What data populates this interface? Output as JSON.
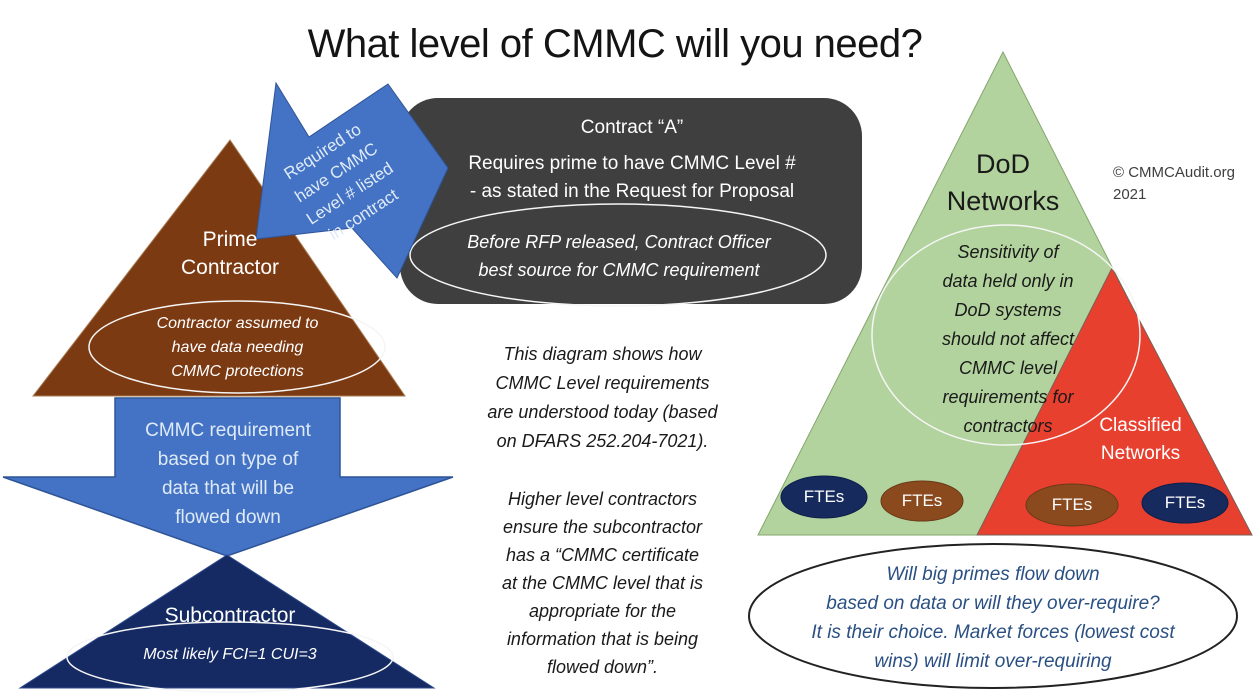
{
  "title": "What level of CMMC will you need?",
  "colors": {
    "arrow_blue": "#4472C4",
    "arrow_blue_border": "#2F5597",
    "arrow_text_light": "#DEEBF7",
    "prime_brown": "#7B3A12",
    "navy": "#152A62",
    "contract_gray": "#3F3F3F",
    "dod_green": "#B2D39E",
    "classified_red": "#E8402F",
    "fte_navy": "#162A5E",
    "fte_brown": "#8A4A1E",
    "ellipse_outline_white": "#F5F5F5",
    "bottom_note_blue": "#2A5083"
  },
  "prime": {
    "label_lines": [
      "Prime",
      "Contractor"
    ],
    "ellipse_lines": [
      "Contractor assumed to",
      "have data needing",
      "CMMC protections"
    ]
  },
  "required_arrow": {
    "lines": [
      "Required to",
      "have CMMC",
      "Level # listed",
      "in contract"
    ]
  },
  "contract_box": {
    "title": "Contract “A”",
    "body_lines": [
      "Requires prime to have CMMC Level #",
      "- as stated in the Request for Proposal"
    ],
    "ellipse_lines": [
      "Before RFP released, Contract Officer",
      "best source for CMMC requirement"
    ]
  },
  "flow_arrow": {
    "lines": [
      "CMMC requirement",
      "based on type of",
      "data that will be",
      "flowed down"
    ]
  },
  "subcontractor": {
    "label": "Subcontractor",
    "ellipse_text": "Most likely FCI=1 CUI=3"
  },
  "center_notes": {
    "note1_lines": [
      "This diagram shows how",
      "CMMC Level requirements",
      "are understood today (based",
      "on DFARS 252.204-7021)."
    ],
    "note2_lines": [
      "Higher level contractors",
      "ensure the subcontractor",
      "has a “CMMC certificate",
      "at the CMMC level that is",
      "appropriate for the",
      "information that is being",
      "flowed down”."
    ]
  },
  "dod": {
    "label_lines": [
      "DoD",
      "Networks"
    ],
    "sensitivity_lines": [
      "Sensitivity of",
      "data held only in",
      "DoD systems",
      "should not affect",
      "CMMC level",
      "requirements for",
      "contractors"
    ],
    "classified_lines": [
      "Classified",
      "Networks"
    ],
    "fte_labels": [
      "FTEs",
      "FTEs",
      "FTEs",
      "FTEs"
    ]
  },
  "copyright": {
    "line1": "© CMMCAudit.org",
    "line2": "2021"
  },
  "bottom_note": {
    "lines": [
      "Will big primes flow down",
      "based on data or will they over-require?",
      "It is their choice. Market forces (lowest cost",
      "wins) will limit over-requiring"
    ]
  }
}
